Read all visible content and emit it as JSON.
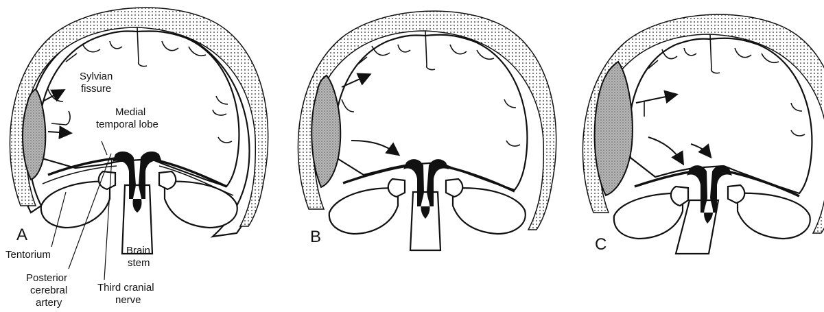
{
  "figure": {
    "panels": [
      {
        "id": "A",
        "letter": "A"
      },
      {
        "id": "B",
        "letter": "B"
      },
      {
        "id": "C",
        "letter": "C"
      }
    ],
    "labels": {
      "sylvian_1": "Sylvian",
      "sylvian_2": "fissure",
      "medial_1": "Medial",
      "medial_2": "temporal lobe",
      "tentorium": "Tentorium",
      "brain_stem_1": "Brain",
      "brain_stem_2": "stem",
      "pca_1": "Posterior",
      "pca_2": "cerebral",
      "pca_3": "artery",
      "third_nerve_1": "Third cranial",
      "third_nerve_2": "nerve"
    },
    "colors": {
      "ink": "#111111",
      "hematoma_fill": "#9a9a9a",
      "paper": "#ffffff"
    }
  }
}
